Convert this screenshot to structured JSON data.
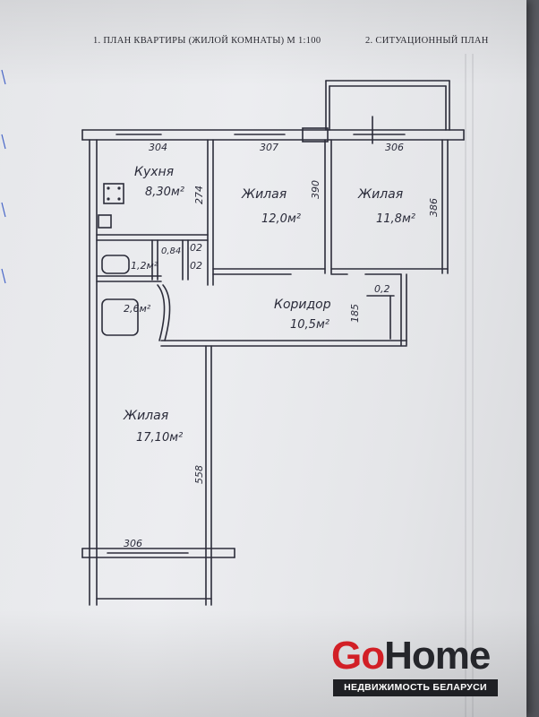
{
  "header": {
    "left": "1. ПЛАН КВАРТИРЫ (ЖИЛОЙ КОМНАТЫ) М 1:100",
    "right": "2. СИТУАЦИОННЫЙ ПЛАН"
  },
  "rooms": {
    "kitchen": {
      "name": "Кухня",
      "area": "8,30м²"
    },
    "living1": {
      "name": "Жилая",
      "area": "12,0м²"
    },
    "living2": {
      "name": "Жилая",
      "area": "11,8м²"
    },
    "corridor": {
      "name": "Коридор",
      "area": "10,5м²"
    },
    "living3": {
      "name": "Жилая",
      "area": "17,10м²"
    },
    "bath": {
      "area": "2,6м²"
    },
    "wc": {
      "area": "1,2м²"
    },
    "closet": {
      "area": "0,84"
    }
  },
  "dimensions": {
    "kitchen_w": "304",
    "living1_w": "307",
    "living2_w": "306",
    "kitchen_h": "274",
    "living1_h": "390",
    "living2_h": "386",
    "corridor_h": "185",
    "living3_h": "558",
    "living3_w": "306",
    "closet_a": "02",
    "closet_b": "02",
    "corridor_niche": "0,2"
  },
  "logo": {
    "go": "Go",
    "home": "Home",
    "tagline": "НЕДВИЖИМОСТЬ БЕЛАРУСИ",
    "colors": {
      "go": "#d21f26",
      "home": "#25262b",
      "band": "#1f2024"
    }
  }
}
